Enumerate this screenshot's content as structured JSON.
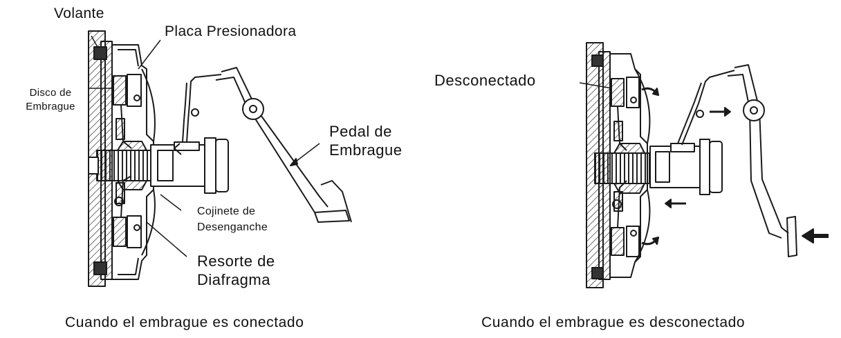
{
  "left": {
    "labels": {
      "volante": "Volante",
      "placa": "Placa Presionadora",
      "disco_l1": "Disco de",
      "disco_l2": "Embrague",
      "pedal_l1": "Pedal de",
      "pedal_l2": "Embrague",
      "cojinete_l1": "Cojinete de",
      "cojinete_l2": "Desenganche",
      "resorte_l1": "Resorte de",
      "resorte_l2": "Diafragma"
    },
    "caption": "Cuando el embrague es conectado"
  },
  "right": {
    "labels": {
      "desconectado": "Desconectado"
    },
    "caption": "Cuando el embrague es desconectado"
  },
  "colors": {
    "ink": "#1a1a1a",
    "paper": "#ffffff"
  }
}
